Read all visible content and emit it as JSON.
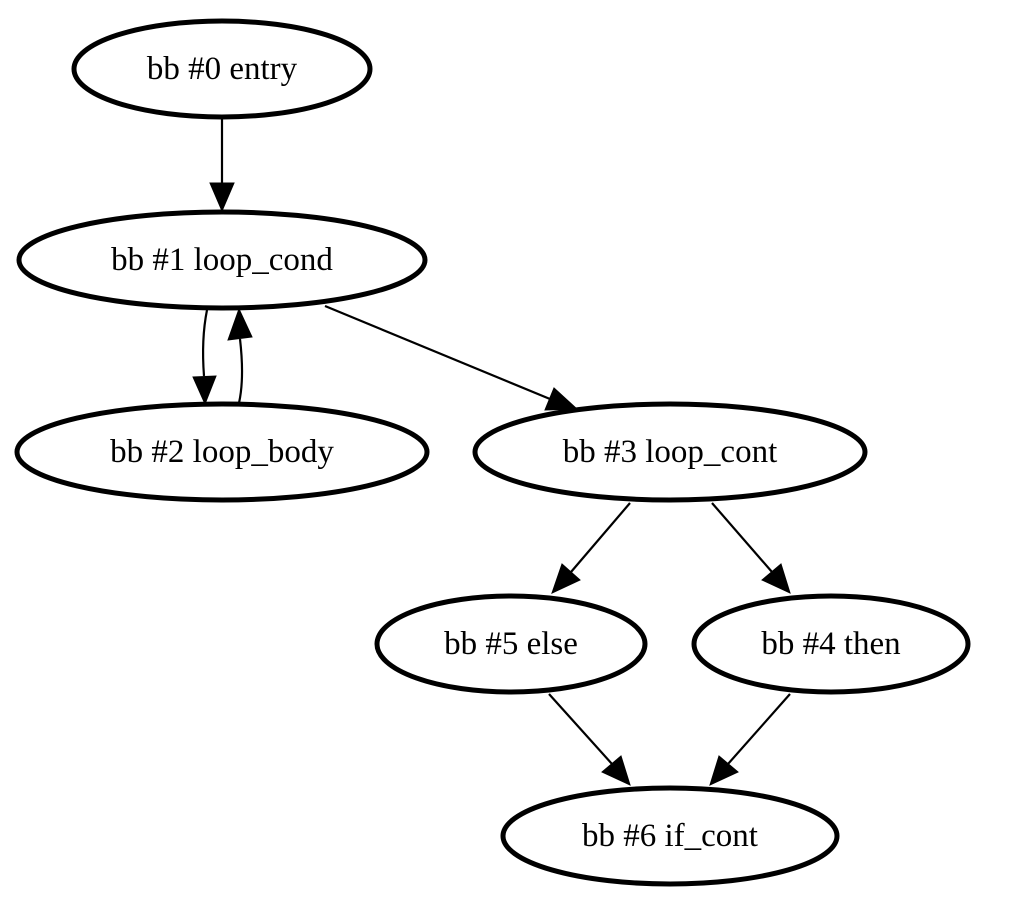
{
  "diagram": {
    "type": "control-flow-graph",
    "nodes": [
      {
        "id": "bb0",
        "label": "bb #0 entry"
      },
      {
        "id": "bb1",
        "label": "bb #1 loop_cond"
      },
      {
        "id": "bb2",
        "label": "bb #2 loop_body"
      },
      {
        "id": "bb3",
        "label": "bb #3 loop_cont"
      },
      {
        "id": "bb5",
        "label": "bb #5 else"
      },
      {
        "id": "bb4",
        "label": "bb #4 then"
      },
      {
        "id": "bb6",
        "label": "bb #6 if_cont"
      }
    ],
    "edges": [
      {
        "from": "bb0",
        "to": "bb1"
      },
      {
        "from": "bb1",
        "to": "bb2"
      },
      {
        "from": "bb2",
        "to": "bb1"
      },
      {
        "from": "bb1",
        "to": "bb3"
      },
      {
        "from": "bb3",
        "to": "bb5"
      },
      {
        "from": "bb3",
        "to": "bb4"
      },
      {
        "from": "bb5",
        "to": "bb6"
      },
      {
        "from": "bb4",
        "to": "bb6"
      }
    ]
  }
}
